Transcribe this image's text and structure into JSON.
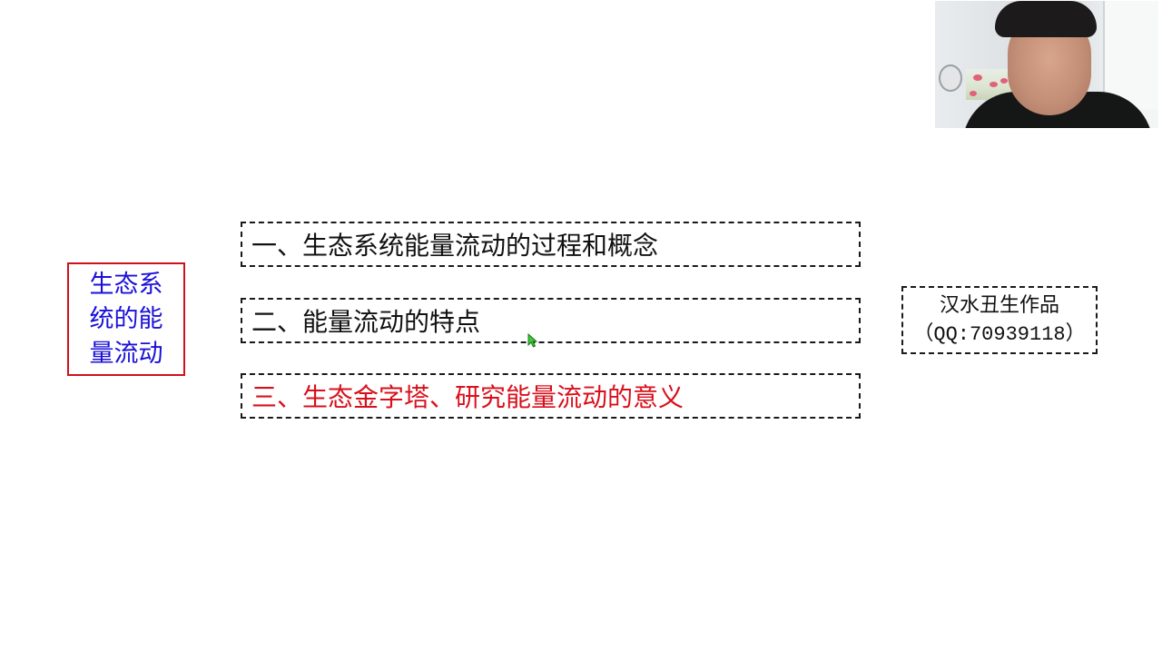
{
  "slide": {
    "title_lines": [
      "生态系",
      "统的能",
      "量流动"
    ],
    "items": [
      {
        "label": "一、生态系统能量流动的过程和概念",
        "active": false
      },
      {
        "label": "二、能量流动的特点",
        "active": false
      },
      {
        "label": "三、生态金字塔、研究能量流动的意义",
        "active": true
      }
    ],
    "credit": {
      "author": "汉水丑生作品",
      "contact": "（QQ:70939118）"
    }
  },
  "webcam": {
    "label": "presenter-video"
  },
  "colors": {
    "title_text": "#1a10d8",
    "title_border": "#d0101c",
    "active_item": "#d8101c",
    "normal_item": "#111111",
    "cursor": "#3ec83a"
  }
}
